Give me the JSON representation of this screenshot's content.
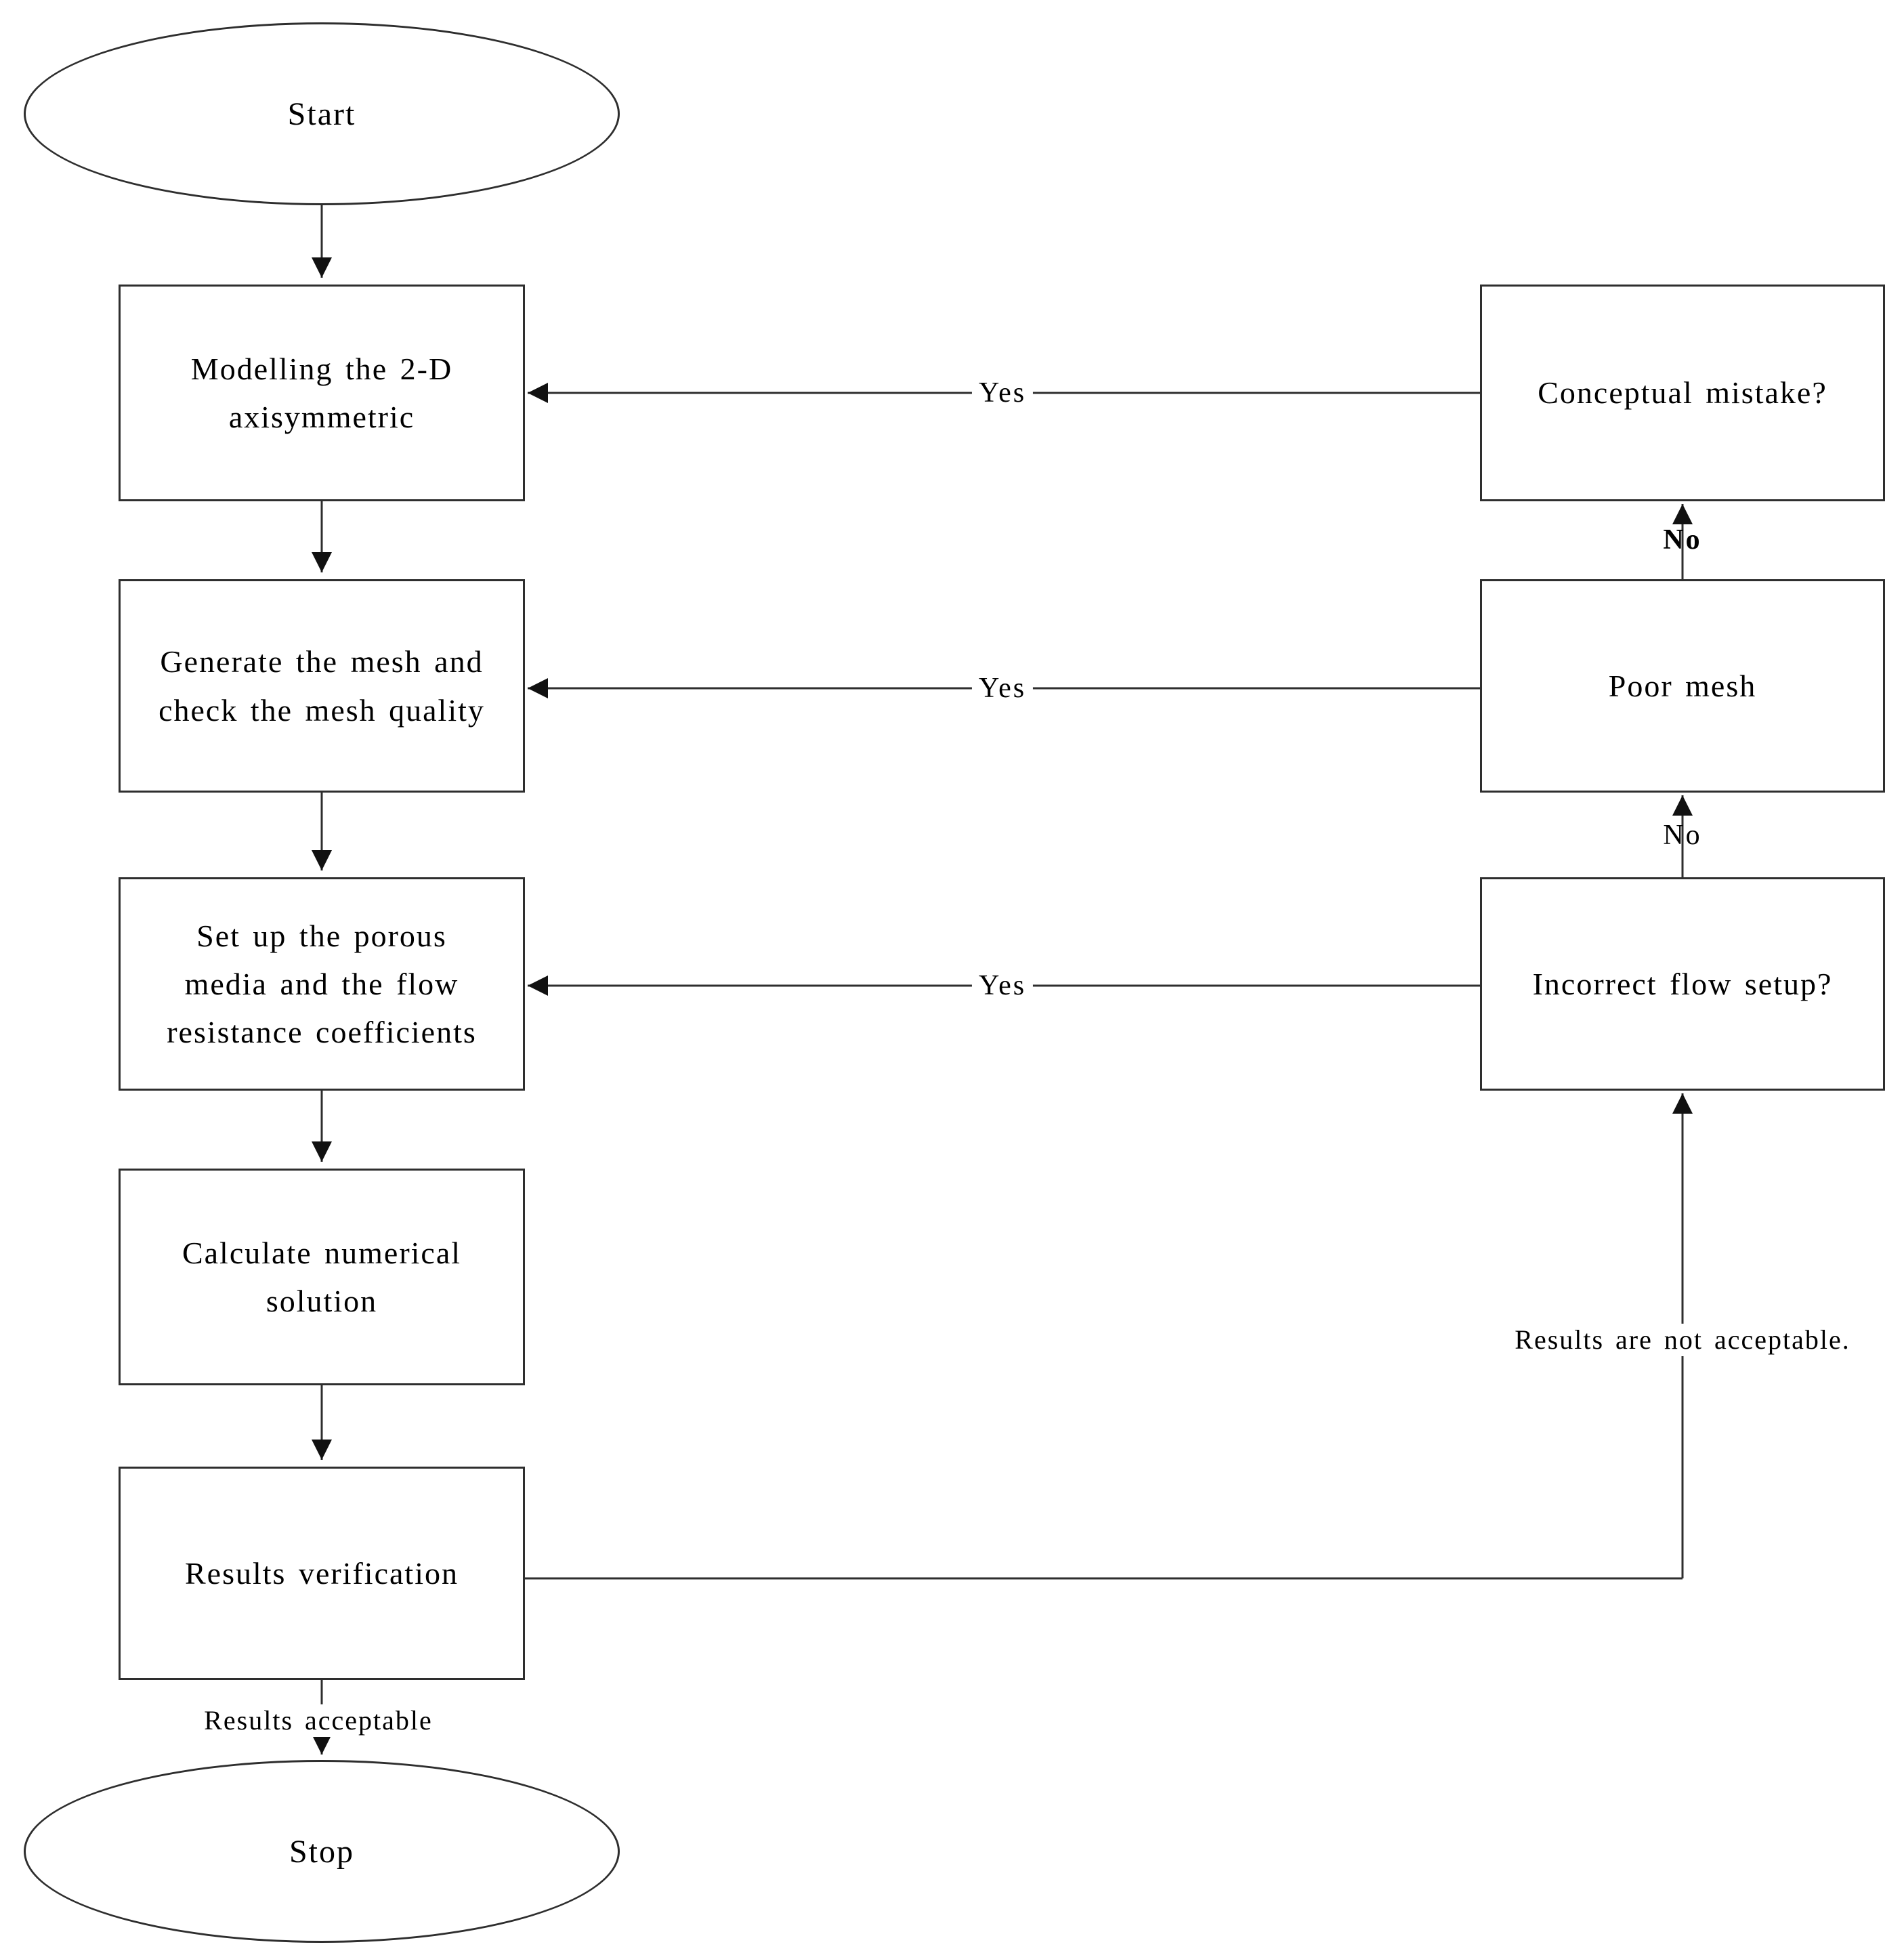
{
  "diagram": {
    "type": "flowchart",
    "colors": {
      "background": "#ffffff",
      "stroke": "#2e2e2e",
      "text": "#000000"
    }
  },
  "nodes": {
    "start": {
      "label": "Start",
      "shape": "terminator"
    },
    "modelling": {
      "label": "Modelling  the 2-D\naxisymmetric",
      "shape": "process"
    },
    "generate_mesh": {
      "label": "Generate the mesh and\ncheck the mesh quality",
      "shape": "process"
    },
    "setup_porous": {
      "label": "Set up the porous\nmedia and the flow\nresistance coefficients",
      "shape": "process"
    },
    "calculate": {
      "label": "Calculate numerical\nsolution",
      "shape": "process"
    },
    "verification": {
      "label": "Results verification",
      "shape": "process"
    },
    "conceptual_mistake": {
      "label": "Conceptual mistake?",
      "shape": "process"
    },
    "poor_mesh": {
      "label": "Poor mesh",
      "shape": "process"
    },
    "incorrect_flow": {
      "label": "Incorrect flow setup?",
      "shape": "process"
    },
    "stop": {
      "label": "Stop",
      "shape": "terminator"
    }
  },
  "labels": {
    "yes": "Yes",
    "no_to_conceptual": "No",
    "no_to_poor_mesh": "No",
    "results_not_acceptable": "Results are not acceptable.",
    "results_acceptable": "Results acceptable"
  },
  "edges": [
    {
      "from": "start",
      "to": "modelling",
      "label": ""
    },
    {
      "from": "modelling",
      "to": "generate_mesh",
      "label": ""
    },
    {
      "from": "generate_mesh",
      "to": "setup_porous",
      "label": ""
    },
    {
      "from": "setup_porous",
      "to": "calculate",
      "label": ""
    },
    {
      "from": "calculate",
      "to": "verification",
      "label": ""
    },
    {
      "from": "verification",
      "to": "stop",
      "label": "Results acceptable"
    },
    {
      "from": "conceptual_mistake",
      "to": "modelling",
      "label": "Yes"
    },
    {
      "from": "poor_mesh",
      "to": "generate_mesh",
      "label": "Yes"
    },
    {
      "from": "incorrect_flow",
      "to": "setup_porous",
      "label": "Yes"
    },
    {
      "from": "poor_mesh",
      "to": "conceptual_mistake",
      "label": "No"
    },
    {
      "from": "incorrect_flow",
      "to": "poor_mesh",
      "label": "No"
    },
    {
      "from": "verification",
      "to": "incorrect_flow",
      "label": "Results are not acceptable."
    }
  ]
}
